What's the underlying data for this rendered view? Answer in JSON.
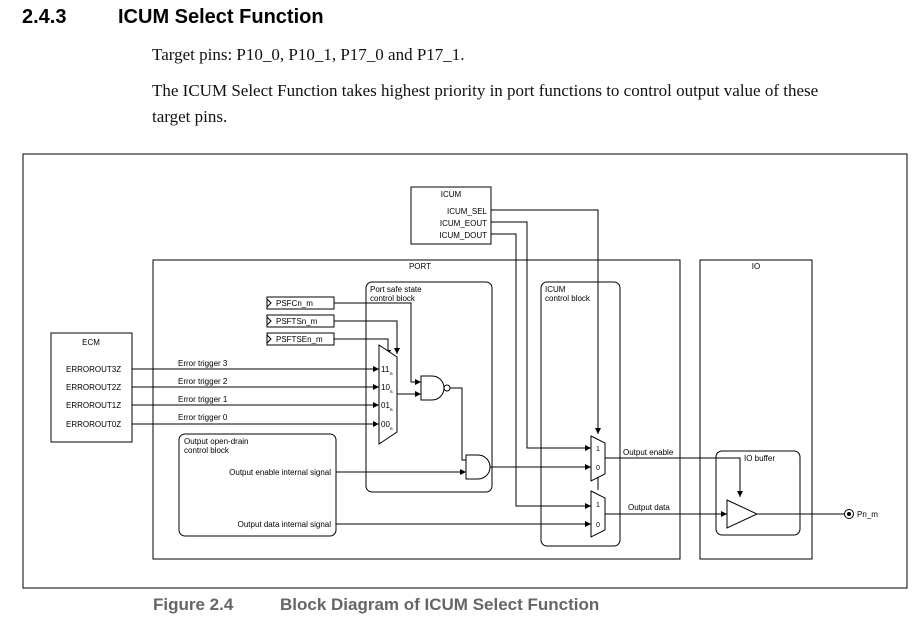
{
  "section": {
    "number": "2.4.3",
    "title": "ICUM Select Function"
  },
  "body": {
    "para1": "Target pins: P10_0, P10_1, P17_0 and P17_1.",
    "para2_line1": "The ICUM Select Function takes highest priority in port functions to control output value of these",
    "para2_line2": "target pins."
  },
  "diagram": {
    "icum_title": "ICUM",
    "icum_sel": "ICUM_SEL",
    "icum_eout": "ICUM_EOUT",
    "icum_dout": "ICUM_DOUT",
    "port_title": "PORT",
    "io_title": "IO",
    "ecm_title": "ECM",
    "ecm_signals": [
      "ERROROUT3Z",
      "ERROROUT2Z",
      "ERROROUT1Z",
      "ERROROUT0Z"
    ],
    "error_triggers": [
      "Error trigger 3",
      "Error trigger 2",
      "Error trigger 1",
      "Error trigger 0"
    ],
    "psf_regs": [
      "PSFCn_m",
      "PSFTSn_m",
      "PSFTSEn_m"
    ],
    "mux_inputs": [
      "11",
      "10",
      "01",
      "00"
    ],
    "mux_subscript": "B",
    "safe_block_line1": "Port safe state",
    "safe_block_line2": "control block",
    "icum_block_line1": "ICUM",
    "icum_block_line2": "control block",
    "od_block_line1": "Output open-drain",
    "od_block_line2": "control block",
    "oe_internal": "Output enable internal signal",
    "od_internal": "Output data internal signal",
    "mux_one": "1",
    "mux_zero": "0",
    "output_enable": "Output enable",
    "output_data": "Output data",
    "io_buffer": "IO buffer",
    "pin": "Pn_m"
  },
  "caption": {
    "number": "Figure 2.4",
    "title": "Block Diagram of ICUM Select Function"
  }
}
